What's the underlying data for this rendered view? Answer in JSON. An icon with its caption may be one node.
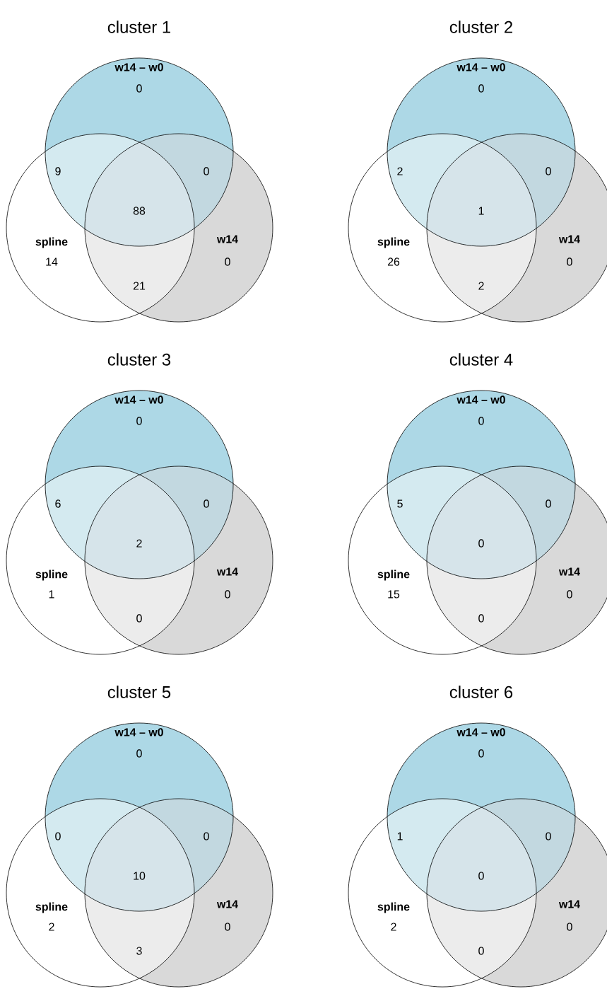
{
  "diagram": {
    "nodes": [
      {
        "text": [
          "w14 – w0",
          "0"
        ]
      },
      {
        "text": [
          "spline",
          "14"
        ]
      },
      {
        "text": [
          "w14",
          "0"
        ]
      },
      {
        "text": [
          "w14 – w0",
          "0"
        ]
      },
      {
        "text": [
          "spline",
          "26"
        ]
      },
      {
        "text": [
          "w14",
          "0"
        ]
      },
      {
        "text": [
          "w14 – w0",
          "0"
        ]
      },
      {
        "text": [
          "spline",
          "1"
        ]
      },
      {
        "text": [
          "w14",
          "0"
        ]
      },
      {
        "text": [
          "w14 – w0",
          "0"
        ]
      },
      {
        "text": [
          "spline",
          "15"
        ]
      },
      {
        "text": [
          "w14",
          "0"
        ]
      },
      {
        "text": [
          "w14 – w0",
          "0"
        ]
      },
      {
        "text": [
          "spline",
          "2"
        ]
      },
      {
        "text": [
          "w14",
          "0"
        ]
      },
      {
        "text": [
          "w14 – w0",
          "0"
        ]
      },
      {
        "text": [
          "spline",
          "2"
        ]
      },
      {
        "text": [
          "w14",
          "0"
        ]
      }
    ],
    "labels": [
      "cluster 1",
      "9",
      "0",
      "88",
      "21",
      "cluster 2",
      "2",
      "0",
      "1",
      "2",
      "cluster 3",
      "6",
      "0",
      "2",
      "0",
      "cluster 4",
      "5",
      "0",
      "0",
      "0",
      "cluster 5",
      "0",
      "0",
      "10",
      "3",
      "cluster 6",
      "1",
      "0",
      "0",
      "0"
    ]
  }
}
